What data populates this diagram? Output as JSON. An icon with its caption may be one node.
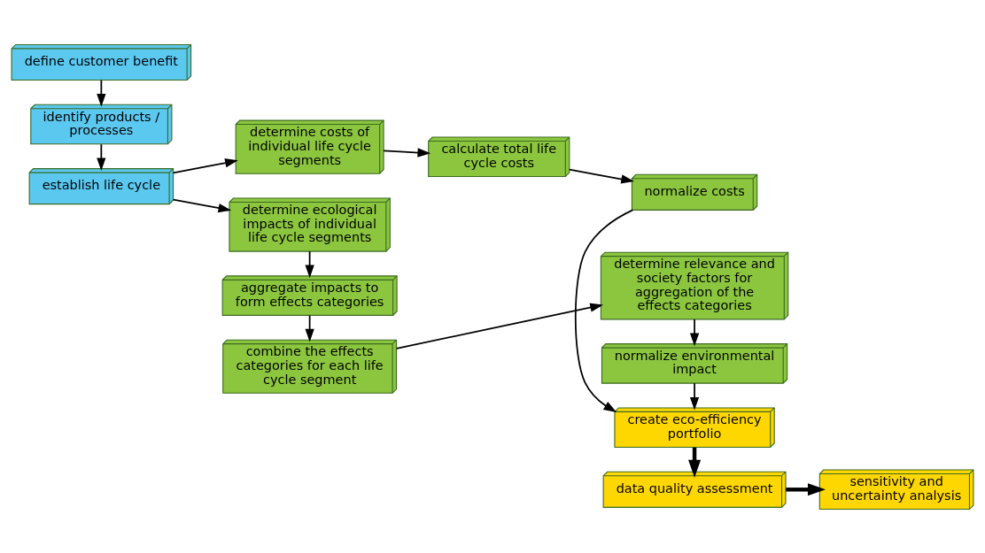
{
  "diagram": {
    "nodes": [
      {
        "text": [
          "define customer benefit"
        ]
      },
      {
        "text": [
          "identify products / processes"
        ]
      },
      {
        "text": [
          "establish life cycle"
        ]
      },
      {
        "text": [
          "determine costs of individual life cycle segments"
        ]
      },
      {
        "text": [
          "calculate total life cycle costs"
        ]
      },
      {
        "text": [
          "normalize costs"
        ]
      },
      {
        "text": [
          "determine ecological impacts of individual life cycle segments"
        ]
      },
      {
        "text": [
          "aggregate impacts to form effects categories"
        ]
      },
      {
        "text": [
          "combine the effects categories for each life cycle segment"
        ]
      },
      {
        "text": [
          "determine relevance and society factors for aggregation of the effects categories"
        ]
      },
      {
        "text": [
          "normalize environmental impact"
        ]
      },
      {
        "text": [
          "create eco-efficiency portfolio"
        ]
      },
      {
        "text": [
          "data quality assessment"
        ]
      },
      {
        "text": [
          "sensitivity and uncertainty analysis"
        ]
      }
    ],
    "edges": [
      {
        "from": 0,
        "to": 1,
        "arrow": "to"
      },
      {
        "from": 1,
        "to": 2,
        "arrow": "to"
      },
      {
        "from": 2,
        "to": 3,
        "arrow": "to"
      },
      {
        "from": 2,
        "to": 6,
        "arrow": "to"
      },
      {
        "from": 3,
        "to": 4,
        "arrow": "to"
      },
      {
        "from": 4,
        "to": 5,
        "arrow": "to"
      },
      {
        "from": 5,
        "to": 11,
        "arrow": "to"
      },
      {
        "from": 6,
        "to": 7,
        "arrow": "to"
      },
      {
        "from": 7,
        "to": 8,
        "arrow": "to"
      },
      {
        "from": 8,
        "to": 9,
        "arrow": "to"
      },
      {
        "from": 9,
        "to": 10,
        "arrow": "to"
      },
      {
        "from": 10,
        "to": 11,
        "arrow": "to"
      },
      {
        "from": 11,
        "to": 12,
        "arrow": "to",
        "style": "thick"
      },
      {
        "from": 12,
        "to": 13,
        "arrow": "to",
        "style": "thick"
      }
    ]
  }
}
